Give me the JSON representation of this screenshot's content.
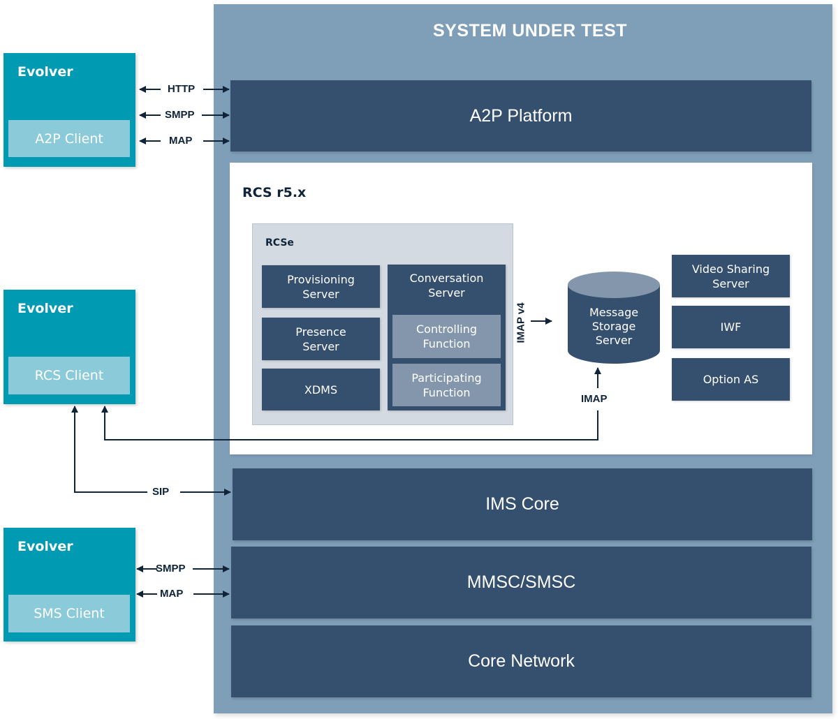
{
  "system_under_test": {
    "title": "SYSTEM UNDER TEST",
    "layers": {
      "a2p_platform": "A2P Platform",
      "ims_core": "IMS Core",
      "mmsc_smsc": "MMSC/SMSC",
      "core_network": "Core Network"
    },
    "rcs": {
      "title": "RCS r5.x",
      "rcse": {
        "title": "RCSe",
        "provisioning_server": "Provisioning\nServer",
        "presence_server": "Presence\nServer",
        "xdms": "XDMS",
        "conversation_server": {
          "label": "Conversation\nServer",
          "controlling_function": "Controlling\nFunction",
          "participating_function": "Participating\nFunction"
        }
      },
      "message_storage_server": "Message\nStorage\nServer",
      "video_sharing_server": "Video Sharing\nServer",
      "iwf": "IWF",
      "option_as": "Option AS"
    }
  },
  "evolvers": [
    {
      "title": "Evolver",
      "client": "A2P Client"
    },
    {
      "title": "Evolver",
      "client": "RCS Client"
    },
    {
      "title": "Evolver",
      "client": "SMS Client"
    }
  ],
  "protocols": {
    "a2p": [
      "HTTP",
      "SMPP",
      "MAP"
    ],
    "sms": [
      "SMPP",
      "MAP"
    ],
    "sip": "SIP",
    "imap_v4": "IMAP v4",
    "imap": "IMAP"
  },
  "colors": {
    "sut_background": "#7f9fb9",
    "dark_node": "#354f6e",
    "light_node": "#8396ab",
    "evolver": "#009ab3",
    "client": "#8bcad9",
    "rcse_background": "#d4dae2",
    "arrow": "#0f2439"
  }
}
